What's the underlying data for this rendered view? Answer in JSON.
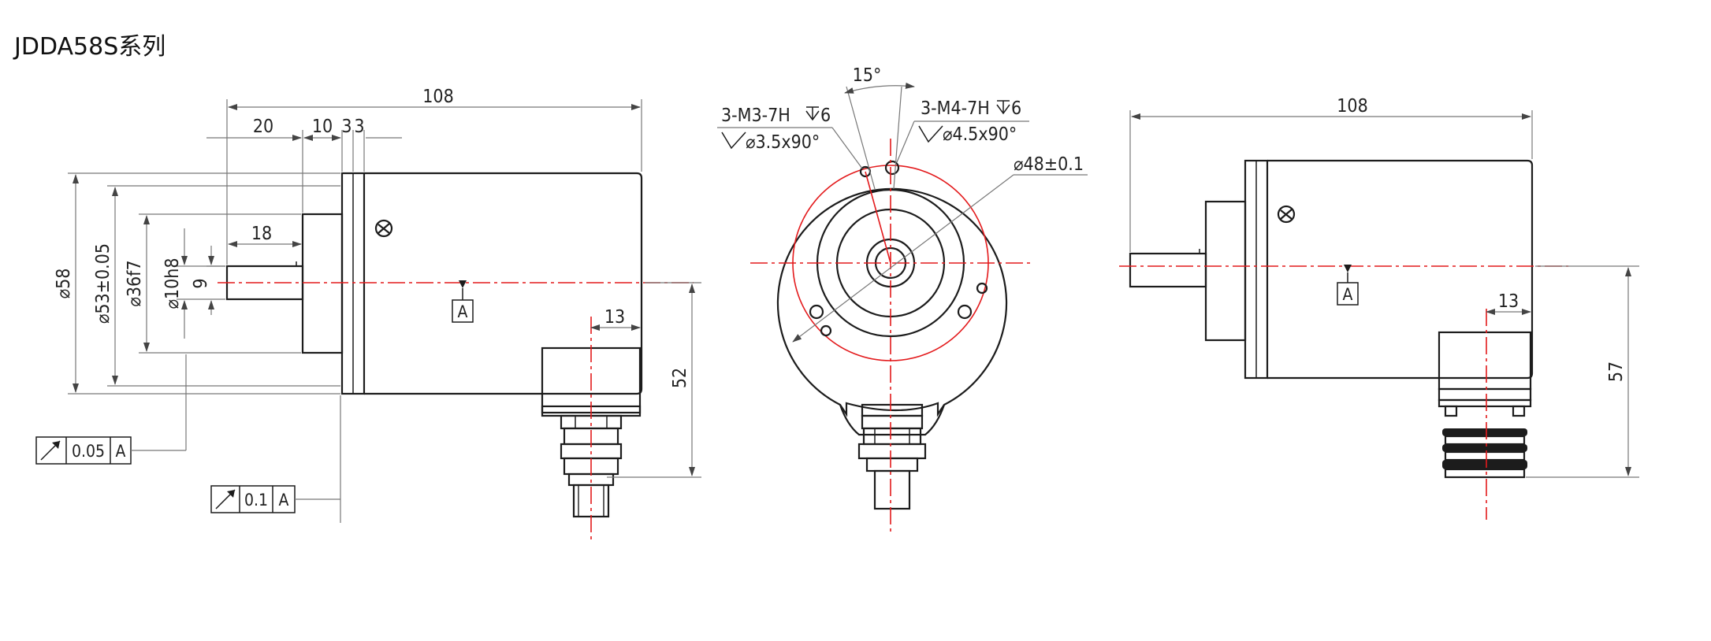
{
  "title": "JDDA58S系列",
  "colors": {
    "outline": "#1c1c1c",
    "center_line": "#e31a1c",
    "dimension_line": "#777777"
  },
  "side_view_left": {
    "overall_length": "108",
    "flange_segments": [
      "20",
      "10",
      "3",
      "3"
    ],
    "shaft_length": "18",
    "diameters": [
      "⌀58",
      "⌀53±0.05",
      "⌀36f7",
      "⌀10h8"
    ],
    "flat_dim": "9",
    "connector_offset": "13",
    "connector_height": "52",
    "datum": "A",
    "tolerance_frames": [
      {
        "value": "0.05",
        "datum": "A"
      },
      {
        "value": "0.1",
        "datum": "A"
      }
    ]
  },
  "front_view": {
    "angle": "15°",
    "hole_spec_1": "3-M3-7H",
    "hole_spec_1_depth": "6",
    "hole_spec_1_csk": "⌀3.5x90°",
    "hole_spec_2": "3-M4-7H",
    "hole_spec_2_depth": "6",
    "hole_spec_2_csk": "⌀4.5x90°",
    "pitch_circle": "⌀48±0.1"
  },
  "side_view_right": {
    "overall_length": "108",
    "connector_offset": "13",
    "connector_height": "57",
    "datum": "A"
  }
}
